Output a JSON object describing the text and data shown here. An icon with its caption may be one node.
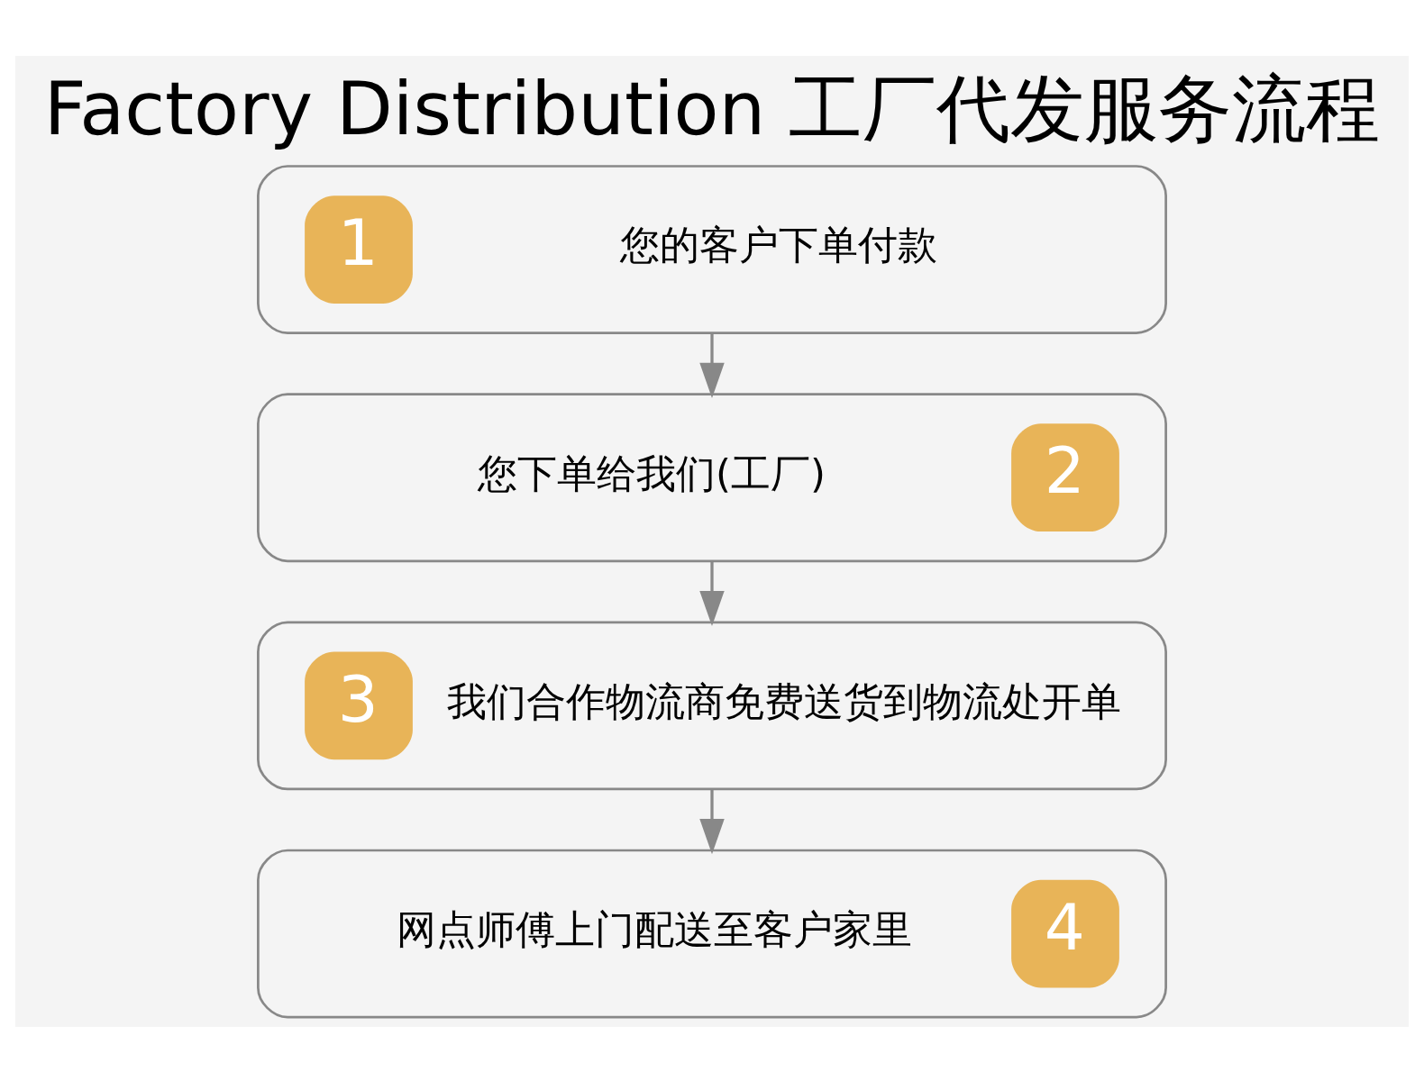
{
  "diagram": {
    "title": "Factory Distribution 工厂代发服务流程",
    "nodes": [
      {
        "text": [
          "1",
          "您的客户下单付款"
        ]
      },
      {
        "text": [
          "您下单给我们(工厂)",
          "2"
        ]
      },
      {
        "text": [
          "3",
          "我们合作物流商免费送货到物流处开单"
        ]
      },
      {
        "text": [
          "网点师傅上门配送至客户家里",
          "4"
        ]
      }
    ],
    "edges": [
      {
        "from": 0,
        "to": 1,
        "arrow": "to"
      },
      {
        "from": 1,
        "to": 2,
        "arrow": "to"
      },
      {
        "from": 2,
        "to": 3,
        "arrow": "to"
      }
    ]
  }
}
